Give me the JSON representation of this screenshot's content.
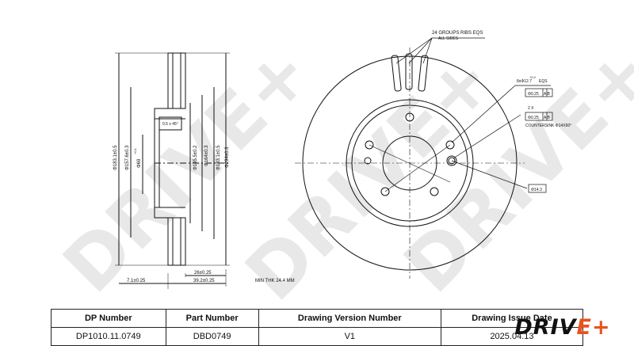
{
  "left_view": {
    "dims": {
      "d1": "Φ183.1±0.5",
      "d2": "Φ157.6±0.3",
      "d3": "Φ69",
      "d3_sup": "+0.1",
      "d4": "Φ145.5±0.2",
      "d5": "Φ164±0.3",
      "d6": "Φ183.1±0.5",
      "d7": "Φ294±0.3",
      "chamfer": "0.5 x 45°",
      "w1": "26±0.25",
      "w2": "39.2±0.25",
      "w3": "7.1±0.25"
    },
    "min_thk": "MIN THK 24.4 MM"
  },
  "front_view": {
    "ribs_label": "24 GROUPS RIBS EQS",
    "ribs_sub": "ALL SIDES",
    "holes_label": "8xΦ12.7",
    "holes_sup": "+0.2",
    "holes_eqs": "EQS",
    "tol1": "Φ0.25",
    "tol_ref": "A B",
    "small_holes": "2 X",
    "tol2": "Φ0.25",
    "countersink": "COUNTERSINK Φ14X90°",
    "center_hole": "Φ14.3"
  },
  "table": {
    "headers": [
      "DP Number",
      "Part Number",
      "Drawing Version Number",
      "Drawing Issue Date"
    ],
    "values": [
      "DP1010.11.0749",
      "DBD0749",
      "V1",
      "2025.04.13"
    ]
  },
  "logo": {
    "text": "DRIV",
    "plus": "E+"
  },
  "watermarks": [
    "DRIVE+",
    "DRIVE+",
    "DRIVE+"
  ]
}
